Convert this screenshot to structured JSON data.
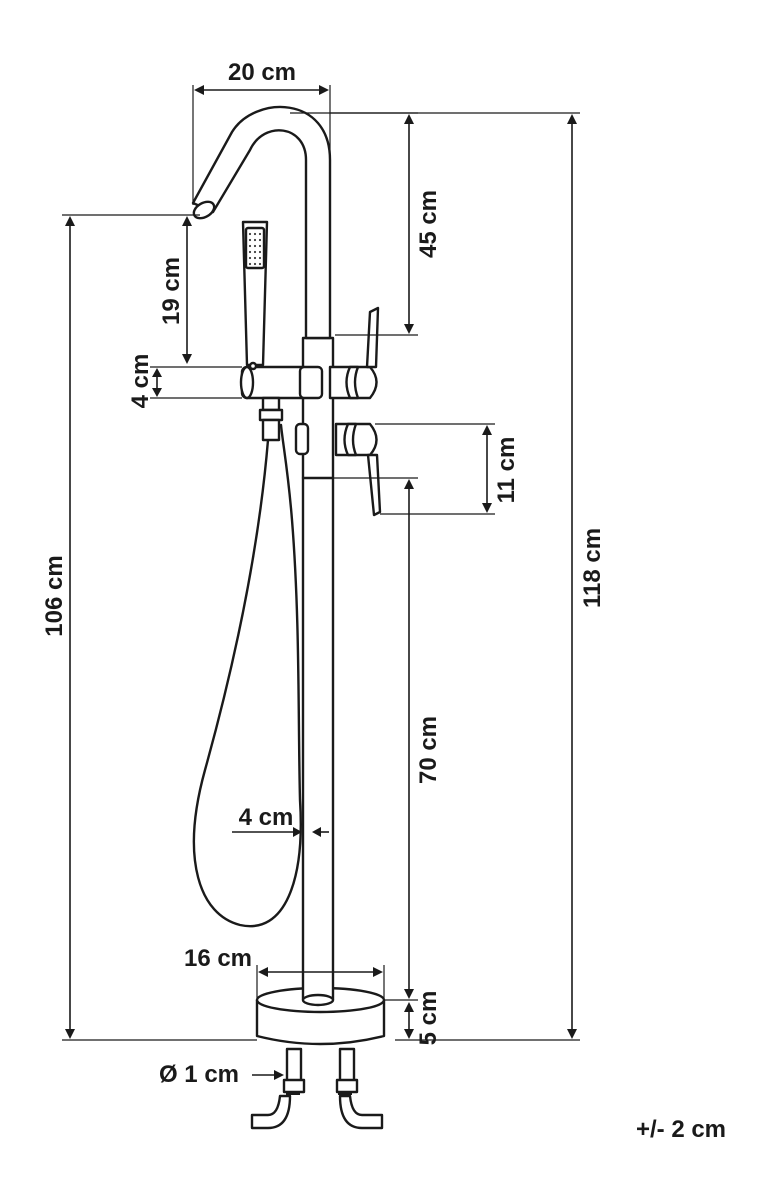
{
  "dimensions": {
    "spout_reach": "20 cm",
    "spout_height": "45 cm",
    "spout_clearance": "19 cm",
    "holder_height": "4 cm",
    "handle_spacing": "11 cm",
    "total_height": "118 cm",
    "outlet_height": "106 cm",
    "column_height": "70 cm",
    "column_diameter": "4 cm",
    "base_width": "16 cm",
    "base_height": "5 cm",
    "connector_diameter": "Ø 1 cm"
  },
  "tolerance": "+/- 2 cm"
}
